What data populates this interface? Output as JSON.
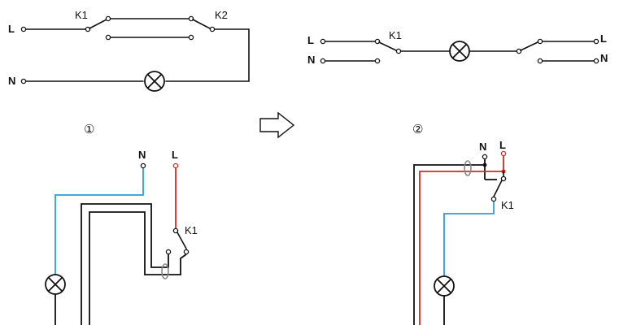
{
  "diagram1": {
    "L": "L",
    "N": "N",
    "K1": "K1",
    "K2": "K2"
  },
  "diagram2": {
    "L_left": "L",
    "N_left": "N",
    "K1": "K1",
    "L_right": "L",
    "N_right": "N"
  },
  "wiring1": {
    "number": "①",
    "N": "N",
    "L": "L",
    "K1": "K1"
  },
  "wiring2": {
    "number": "②",
    "N": "N",
    "L": "L",
    "K1": "K1"
  },
  "colors": {
    "neutral": "#2a9fd6",
    "live": "#d12a2a",
    "wire": "#111111"
  },
  "icons": {
    "lamp": "lamp-icon",
    "arrow": "arrow-right-icon",
    "clamp": "wire-clamp-icon"
  }
}
